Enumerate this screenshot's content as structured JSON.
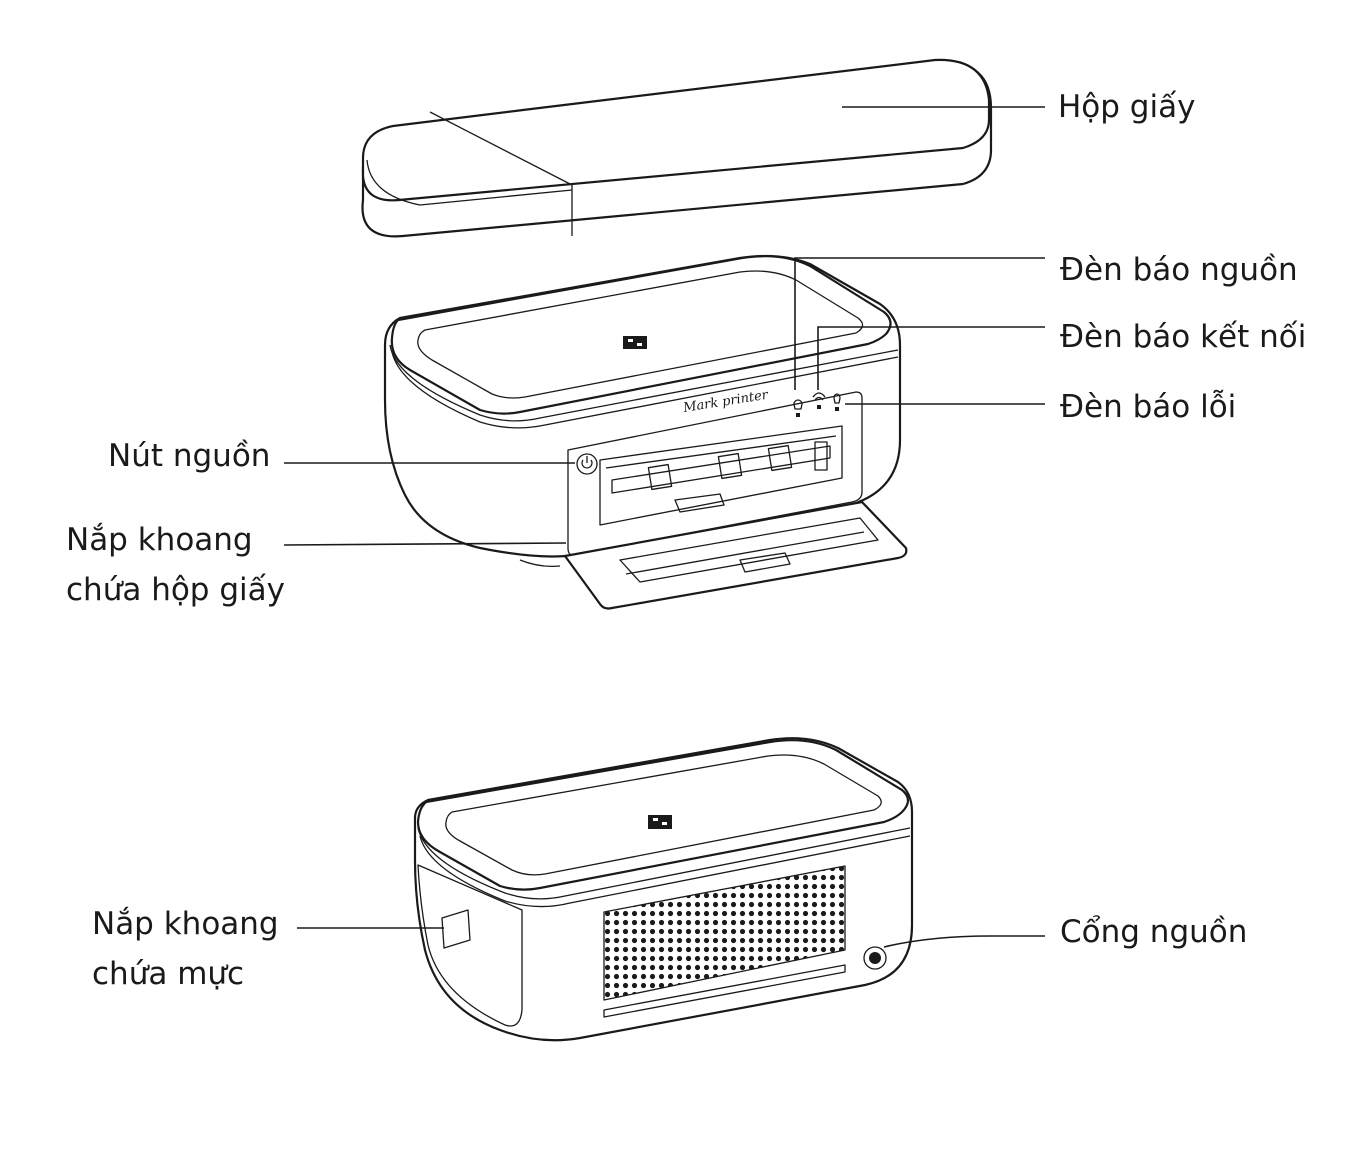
{
  "labels": {
    "paper_box": "Hộp giấy",
    "power_led": "Đèn báo nguồn",
    "connection_led": "Đèn báo kết nối",
    "error_led": "Đèn báo lỗi",
    "power_button": "Nút nguồn",
    "paper_cover_line1": "Nắp khoang",
    "paper_cover_line2": "chứa hộp giấy",
    "ink_cover_line1": "Nắp khoang",
    "ink_cover_line2": "chứa mực",
    "power_port": "Cổng nguồn"
  },
  "printer": {
    "brand": "Mark printer",
    "logo": "logo-icon"
  },
  "colors": {
    "line": "#1a1a1a",
    "background": "#ffffff"
  }
}
